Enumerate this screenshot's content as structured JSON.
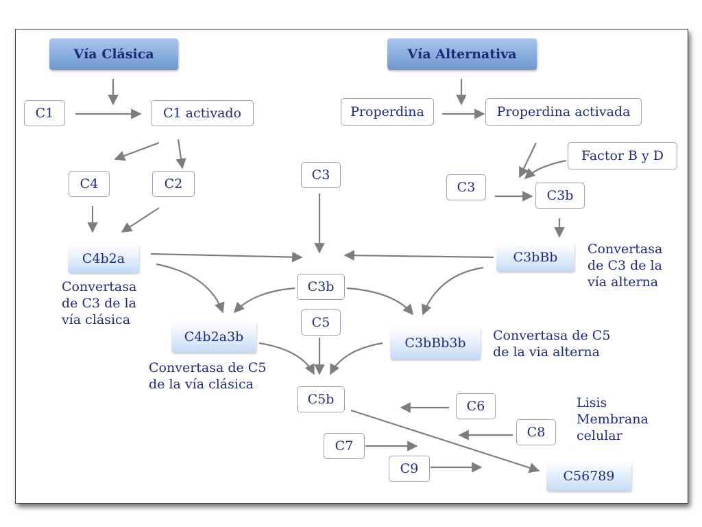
{
  "headers": {
    "classical": "Vía Clásica",
    "alternative": "Vía Alternativa"
  },
  "nodes": {
    "c1": "C1",
    "c1_activado": "C1 activado",
    "c4": "C4",
    "c2": "C2",
    "c4b2a": "C4b2a",
    "c4b2a3b": "C4b2a3b",
    "c3_center": "C3",
    "c3b_center": "C3b",
    "c5": "C5",
    "c5b": "C5b",
    "properdina": "Properdina",
    "properdina_activada": "Properdina activada",
    "factor_b_d": "Factor B y D",
    "c3_alt": "C3",
    "c3b_alt": "C3b",
    "c3bbb": "C3bBb",
    "c3bbb3b": "C3bBb3b",
    "c6": "C6",
    "c8": "C8",
    "c7": "C7",
    "c9": "C9",
    "c56789": "C56789"
  },
  "labels": {
    "conv_c3_clasica": [
      "Convertasa",
      "de C3 de la",
      "vía clásica"
    ],
    "conv_c3_alterna": [
      "Convertasa",
      "de C3 de la",
      "vía alterna"
    ],
    "conv_c5_clasica": [
      "Convertasa de C5",
      "de la vía clásica"
    ],
    "conv_c5_alterna": [
      "Convertasa de C5",
      "de la via alterna"
    ],
    "lisis": [
      "Lisis",
      "Membrana",
      "celular"
    ]
  }
}
